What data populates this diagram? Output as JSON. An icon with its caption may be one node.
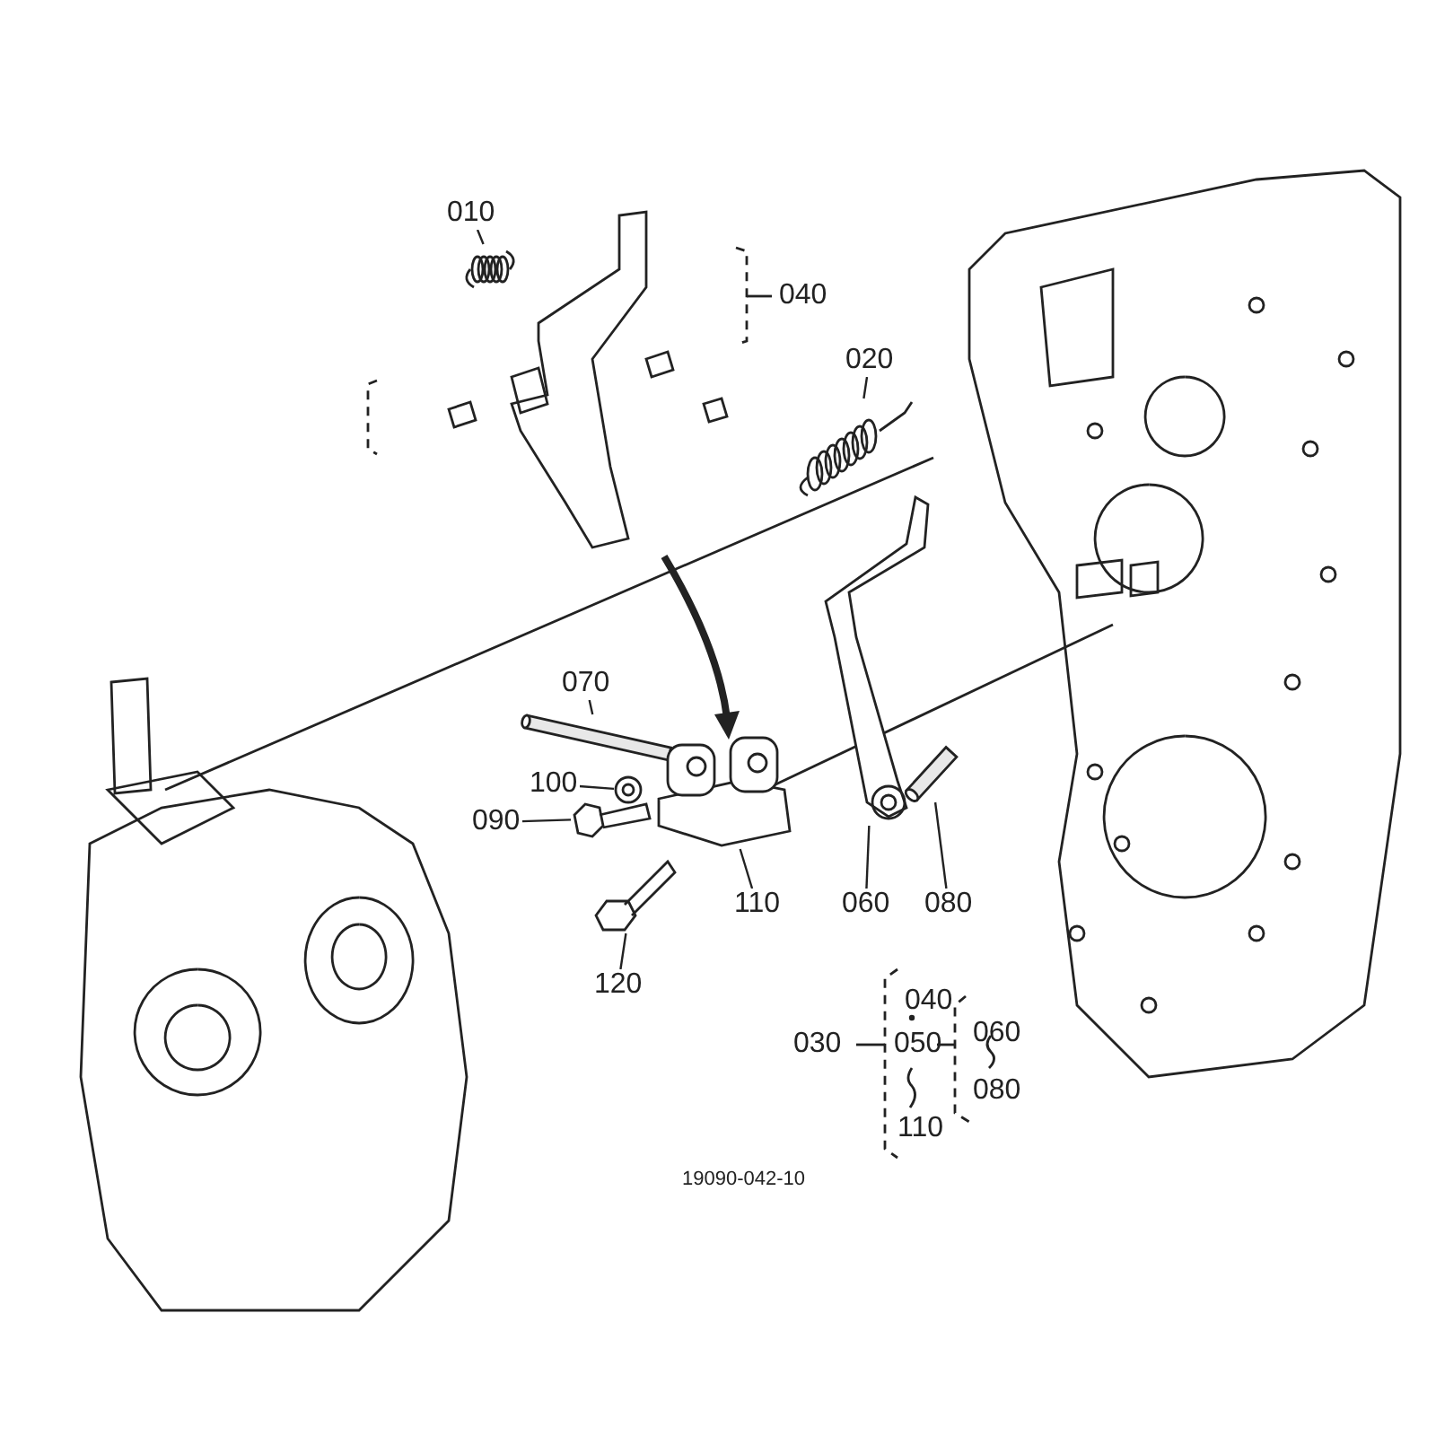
{
  "diagram": {
    "nodes": [
      {
        "text": [
          "010"
        ]
      },
      {
        "text": [],
        "shape": "picture"
      },
      {
        "text": [
          "020"
        ]
      },
      {
        "text": [],
        "shape": "picture"
      },
      {
        "text": [
          "070"
        ]
      },
      {
        "text": [],
        "shape": "cylinder"
      },
      {
        "text": [
          "100"
        ]
      },
      {
        "text": [],
        "shape": "picture"
      },
      {
        "text": [
          "090"
        ]
      },
      {
        "text": [],
        "shape": "picture"
      },
      {
        "text": [
          "110"
        ]
      },
      {
        "text": [],
        "shape": "picture"
      },
      {
        "text": [
          "060"
        ]
      },
      {
        "text": [],
        "shape": "picture"
      },
      {
        "text": [
          "080"
        ]
      },
      {
        "text": [],
        "shape": "cylinder"
      },
      {
        "text": [
          "120"
        ]
      },
      {
        "text": [],
        "shape": "picture"
      }
    ],
    "edges": [
      {
        "from": 0,
        "to": 1,
        "arrow": "none"
      },
      {
        "from": 2,
        "to": 3,
        "arrow": "none"
      },
      {
        "from": 4,
        "to": 5,
        "arrow": "none"
      },
      {
        "from": 6,
        "to": 7,
        "arrow": "none"
      },
      {
        "from": 8,
        "to": 9,
        "arrow": "none"
      },
      {
        "from": 10,
        "to": 11,
        "arrow": "none"
      },
      {
        "from": 12,
        "to": 13,
        "arrow": "none"
      },
      {
        "from": 14,
        "to": 15,
        "arrow": "none"
      },
      {
        "from": 16,
        "to": 17,
        "arrow": "none"
      }
    ],
    "labels": [
      "040",
      "040",
      "060",
      "030",
      "050",
      "080",
      "110",
      "19090-042-10"
    ]
  }
}
